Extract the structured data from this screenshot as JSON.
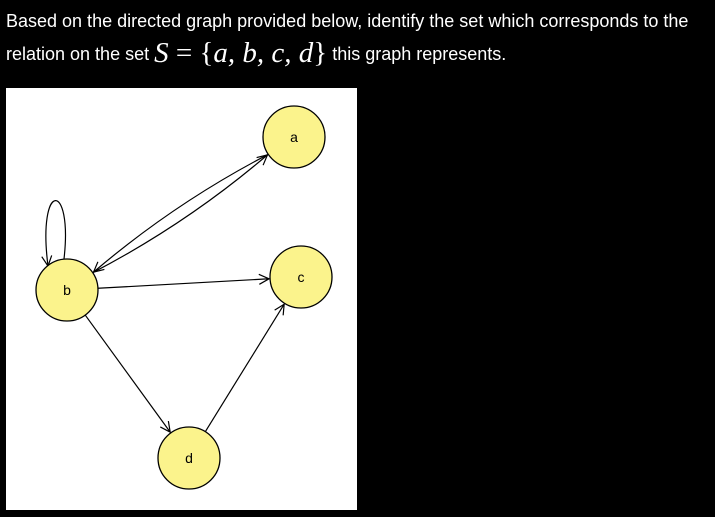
{
  "question": {
    "part1": "Based on the directed graph provided below, identify the set which corresponds to the relation on the set ",
    "math_set_name": "S",
    "math_equals": " = ",
    "math_open": "{",
    "math_elements": "a, b, c, d",
    "math_close": "}",
    "part2": " this graph represents."
  },
  "graph": {
    "nodes": [
      {
        "id": "a",
        "label": "a"
      },
      {
        "id": "b",
        "label": "b"
      },
      {
        "id": "c",
        "label": "c"
      },
      {
        "id": "d",
        "label": "d"
      }
    ],
    "edges": [
      {
        "from": "b",
        "to": "b"
      },
      {
        "from": "b",
        "to": "a"
      },
      {
        "from": "a",
        "to": "b"
      },
      {
        "from": "b",
        "to": "c"
      },
      {
        "from": "b",
        "to": "d"
      },
      {
        "from": "d",
        "to": "c"
      }
    ],
    "colors": {
      "node_fill": "#fbf38c",
      "node_stroke": "#000000",
      "edge": "#000000",
      "background": "#ffffff"
    }
  }
}
